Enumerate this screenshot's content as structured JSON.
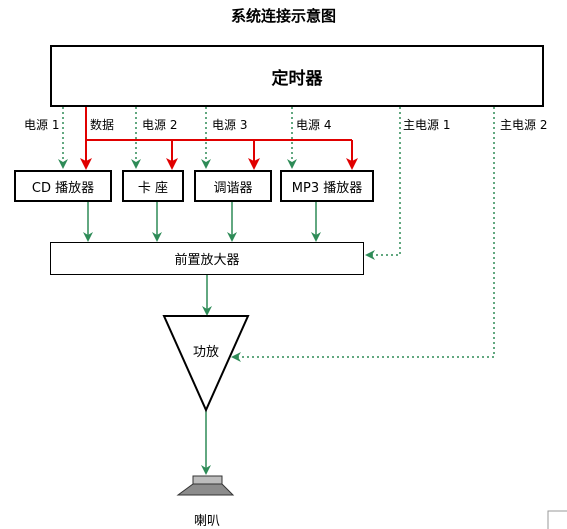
{
  "title": "系统连接示意图",
  "timer": {
    "label": "定时器"
  },
  "devices": [
    {
      "id": "cd",
      "label": "CD 播放器"
    },
    {
      "id": "cassette",
      "label": "卡 座"
    },
    {
      "id": "tuner",
      "label": "调谐器"
    },
    {
      "id": "mp3",
      "label": "MP3 播放器"
    }
  ],
  "preamp": {
    "label": "前置放大器"
  },
  "amplifier": {
    "label": "功放"
  },
  "speaker": {
    "label": "喇叭"
  },
  "connection_labels": {
    "power1": "电源 1",
    "data": "数据",
    "power2": "电源 2",
    "power3": "电源 3",
    "power4": "电源 4",
    "main_power1": "主电源 1",
    "main_power2": "主电源 2"
  },
  "colors": {
    "data_line": "#e00000",
    "power_line": "#2e8b57",
    "signal_line": "#2e8b57"
  }
}
